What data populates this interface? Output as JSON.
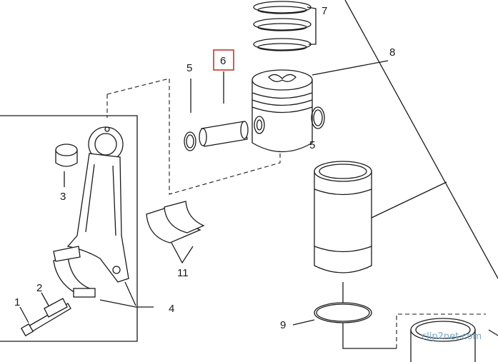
{
  "labels": {
    "l1": "1",
    "l2": "2",
    "l3": "3",
    "l4": "4",
    "l5a": "5",
    "l5b": "5",
    "l6": "6",
    "l7": "7",
    "l8": "8",
    "l9": "9",
    "l11": "11"
  },
  "highlight": {
    "label": "6",
    "color": "#c0392b"
  },
  "watermark": {
    "text": "clip2net.com"
  }
}
